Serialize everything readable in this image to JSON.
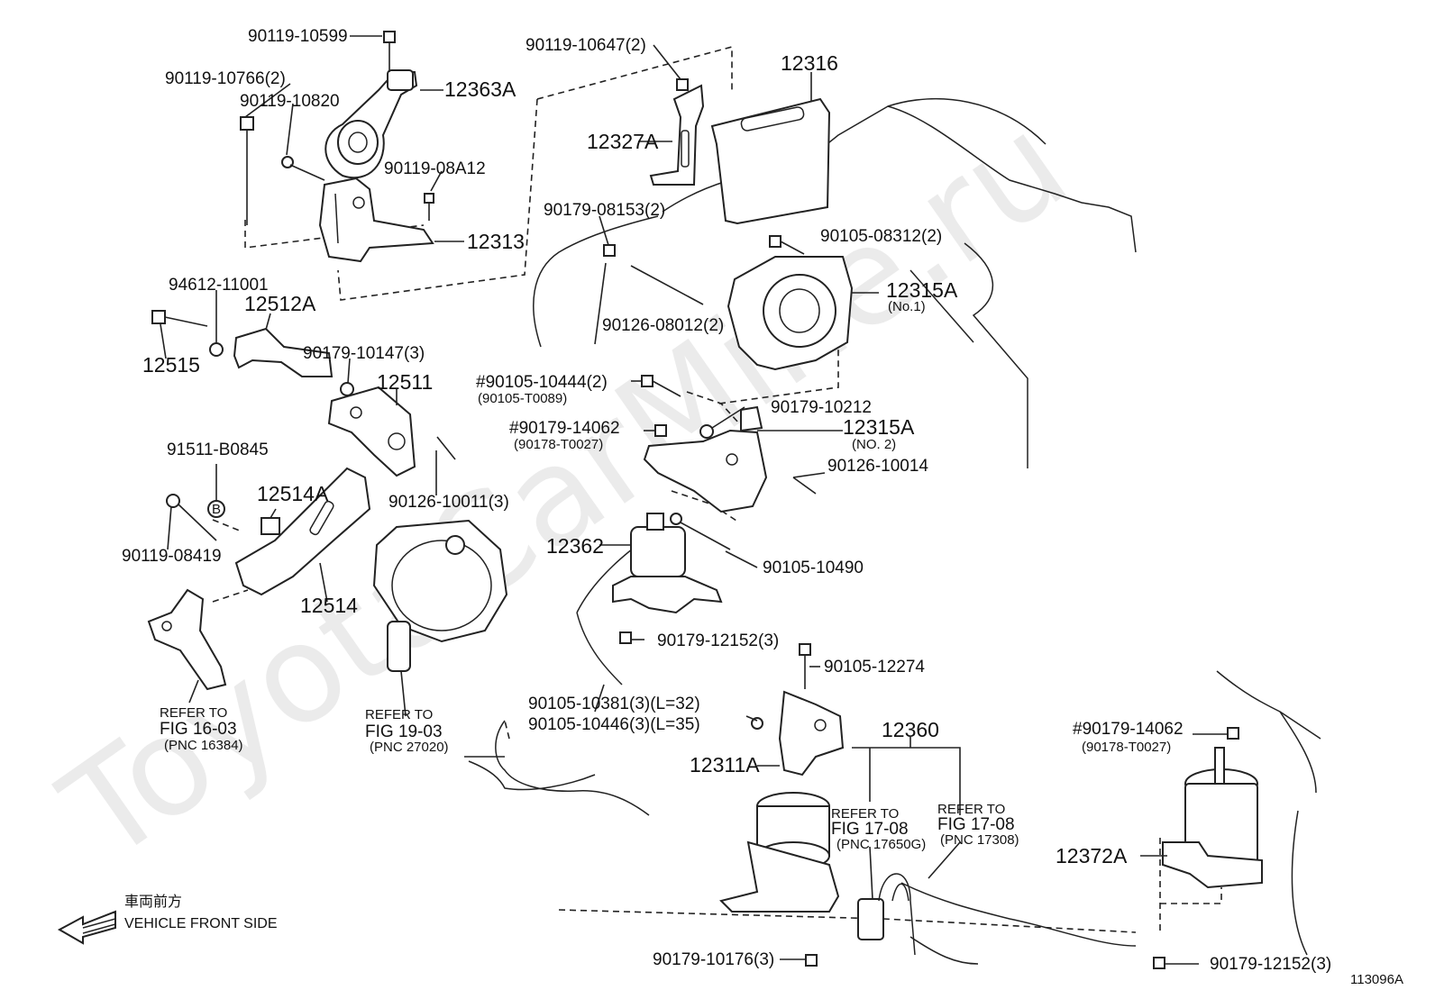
{
  "watermark": "ToyotaCarMine.ru",
  "drawing_number": "113096A",
  "front_indicator": {
    "japanese": "車両前方",
    "english": "VEHICLE FRONT SIDE"
  },
  "part_labels": {
    "p90119_10599": "90119-10599",
    "p90119_10766": "90119-10766(2)",
    "p90119_10820": "90119-10820",
    "p12363A": "12363A",
    "p90119_08A12": "90119-08A12",
    "p12313": "12313",
    "p90119_10647": "90119-10647(2)",
    "p12316": "12316",
    "p12327A": "12327A",
    "p90179_08153": "90179-08153(2)",
    "p90105_08312": "90105-08312(2)",
    "p12315A_1": "12315A",
    "p12315A_1_sub": "(No.1)",
    "p90126_08012": "90126-08012(2)",
    "p94612_11001": "94612-11001",
    "p12512A": "12512A",
    "p12515": "12515",
    "p90179_10147": "90179-10147(3)",
    "p12511": "12511",
    "p90105_10444": "#90105-10444(2)",
    "p90105_T0089": "(90105-T0089)",
    "p90179_10212": "90179-10212",
    "p90179_14062_a": "#90179-14062",
    "p90178_T0027_a": "(90178-T0027)",
    "p12315A_2": "12315A",
    "p12315A_2_sub": "(NO. 2)",
    "p90126_10014": "90126-10014",
    "p91511_B0845": "91511-B0845",
    "p12514A": "12514A",
    "p90126_10011": "90126-10011(3)",
    "p90119_08419": "90119-08419",
    "p12514": "12514",
    "p12362": "12362",
    "p90105_10490": "90105-10490",
    "p90179_12152_a": "90179-12152(3)",
    "p90105_12274": "90105-12274",
    "p90105_10381": "90105-10381(3)(L=32)",
    "p90105_10446": "90105-10446(3)(L=35)",
    "p12360": "12360",
    "p12311A": "12311A",
    "p90179_14062_b": "#90179-14062",
    "p90178_T0027_b": "(90178-T0027)",
    "p12372A": "12372A",
    "p90179_10176": "90179-10176(3)",
    "p90179_12152_b": "90179-12152(3)",
    "bolt_b_marker": "B"
  },
  "references": {
    "fig16_line1": "REFER TO",
    "fig16_line2": "FIG 16-03",
    "fig16_line3": "(PNC 16384)",
    "fig19_line1": "REFER TO",
    "fig19_line2": "FIG 19-03",
    "fig19_line3": "(PNC 27020)",
    "fig17a_line1": "REFER TO",
    "fig17a_line2": "FIG 17-08",
    "fig17a_line3": "(PNC 17650G)",
    "fig17b_line1": "REFER TO",
    "fig17b_line2": "FIG 17-08",
    "fig17b_line3": "(PNC 17308)"
  }
}
